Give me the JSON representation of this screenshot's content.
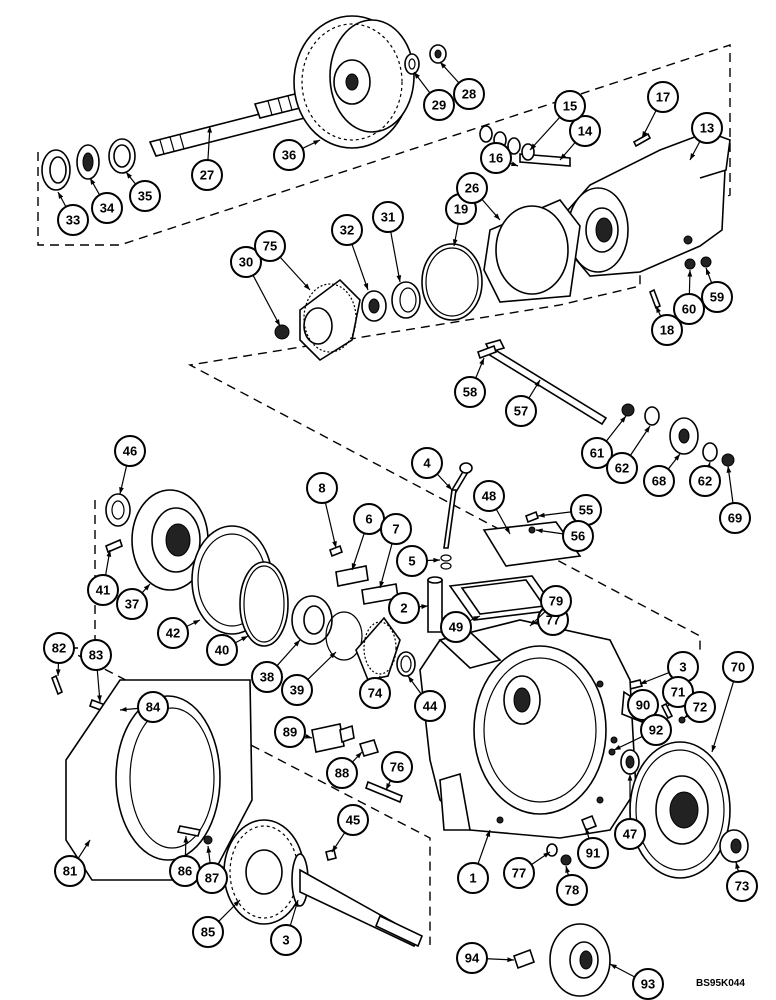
{
  "diagram": {
    "reference_code": "BS95K044",
    "callouts": [
      "1",
      "2",
      "3",
      "3",
      "4",
      "5",
      "6",
      "7",
      "8",
      "13",
      "14",
      "15",
      "16",
      "17",
      "18",
      "19",
      "26",
      "27",
      "28",
      "29",
      "30",
      "31",
      "32",
      "33",
      "34",
      "35",
      "36",
      "37",
      "38",
      "39",
      "40",
      "41",
      "42",
      "44",
      "45",
      "46",
      "47",
      "48",
      "49",
      "55",
      "56",
      "57",
      "58",
      "59",
      "60",
      "61",
      "62",
      "62",
      "68",
      "69",
      "70",
      "71",
      "72",
      "73",
      "74",
      "75",
      "76",
      "77",
      "77",
      "78",
      "79",
      "81",
      "82",
      "83",
      "84",
      "85",
      "86",
      "87",
      "88",
      "89",
      "90",
      "91",
      "92",
      "93",
      "94"
    ]
  }
}
